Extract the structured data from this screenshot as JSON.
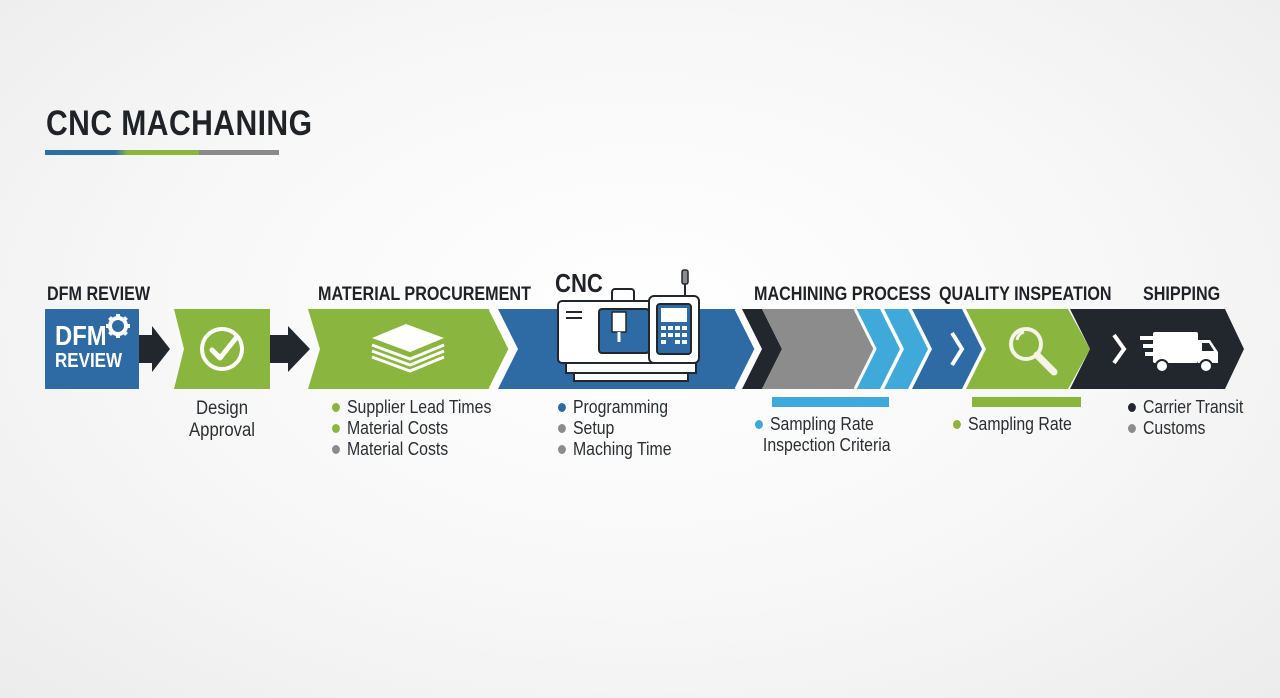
{
  "title": "CNC MACHANING",
  "title_bar_colors": [
    "#2e6da4",
    "#8ab53f",
    "#8a8a8a"
  ],
  "colors": {
    "blue": "#2e6aa3",
    "green": "#8ab53f",
    "dark": "#22272e",
    "gray": "#8c8c8c",
    "light_blue": "#3fa9d9"
  },
  "stages": [
    {
      "label": "DFM REVIEW",
      "icon": "gear-icon",
      "box_text_line1": "DFM",
      "box_text_line2": "REVIEW"
    },
    {
      "label": "",
      "icon": "check-circle-icon",
      "caption_line1": "Design",
      "caption_line2": "Approval"
    },
    {
      "label": "MATERIAL PROCUREMENT",
      "icon": "stacked-sheets-icon",
      "bullets": [
        {
          "text": "Supplier Lead Times",
          "color": "#8ab53f"
        },
        {
          "text": "Material Costs",
          "color": "#8ab53f"
        },
        {
          "text": "Material Costs",
          "color": "#8c8c8c"
        }
      ]
    },
    {
      "label": "CNC",
      "icon": "cnc-machine-icon",
      "bullets": [
        {
          "text": "Programming",
          "color": "#2e6aa3"
        },
        {
          "text": "Setup",
          "color": "#8c8c8c"
        },
        {
          "text": "Maching Time",
          "color": "#8c8c8c"
        }
      ]
    },
    {
      "label": "MACHINING PROCESS",
      "icon": "chevrons-icon",
      "bar_color": "#3fa9d9",
      "bullets": [
        {
          "text": "Sampling Rate",
          "color": "#3fa9d9"
        },
        {
          "text": "Inspection Criteria",
          "color": ""
        }
      ]
    },
    {
      "label": "QUALITY INSPEATION",
      "icon": "magnifier-icon",
      "bar_color": "#8ab53f",
      "bullets": [
        {
          "text": "Sampling Rate",
          "color": "#8ab53f"
        }
      ]
    },
    {
      "label": "SHIPPING",
      "icon": "delivery-truck-icon",
      "bullets": [
        {
          "text": "Carrier Transit",
          "color": "#22272e"
        },
        {
          "text": "Customs",
          "color": "#8c8c8c"
        }
      ]
    }
  ]
}
